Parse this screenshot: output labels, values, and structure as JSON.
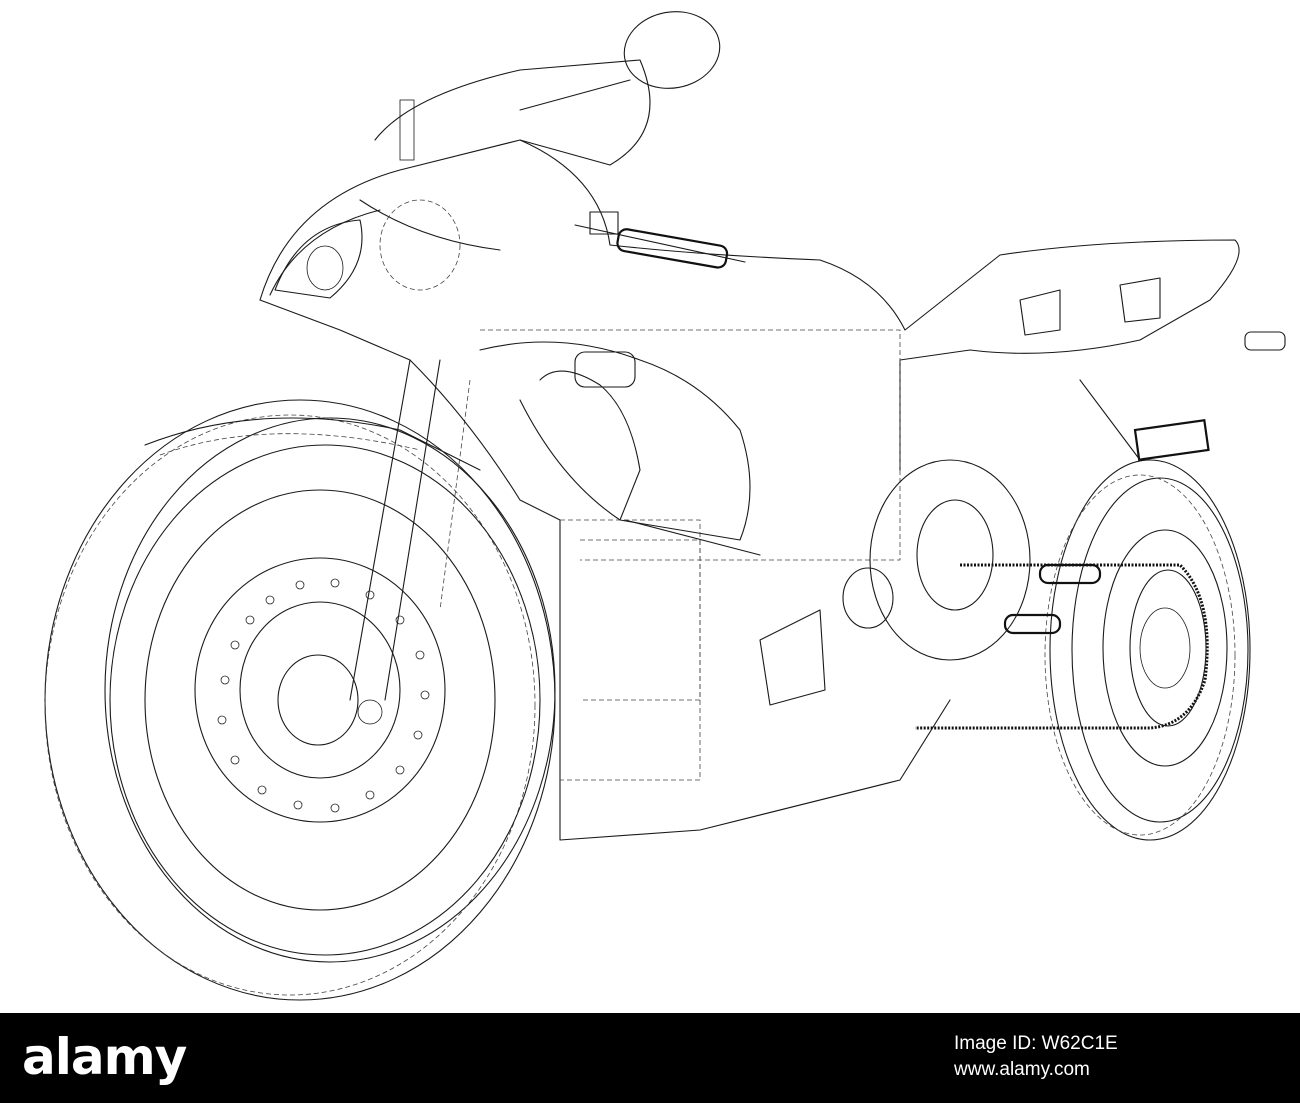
{
  "footer": {
    "brand": "alamy",
    "image_id_label": "Image ID:",
    "image_id": "W62C1E",
    "site": "www.alamy.com"
  }
}
